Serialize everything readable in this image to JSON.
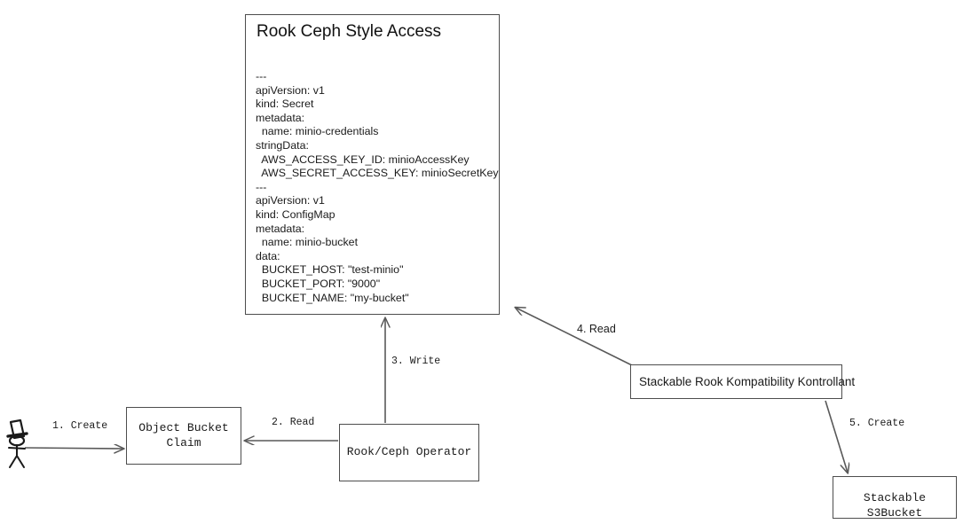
{
  "diagram": {
    "title": "Rook Ceph Style Access flow",
    "nodes": {
      "yaml_card": {
        "title": "Rook Ceph Style Access",
        "body": "---\napiVersion: v1\nkind: Secret\nmetadata:\n  name: minio-credentials\nstringData:\n  AWS_ACCESS_KEY_ID: minioAccessKey\n  AWS_SECRET_ACCESS_KEY: minioSecretKey\n---\napiVersion: v1\nkind: ConfigMap\nmetadata:\n  name: minio-bucket\ndata:\n  BUCKET_HOST: \"test-minio\"\n  BUCKET_PORT: \"9000\"\n  BUCKET_NAME: \"my-bucket\""
      },
      "object_bucket_claim": {
        "label": "Object Bucket\nClaim"
      },
      "rook_ceph_operator": {
        "label": "Rook/Ceph Operator"
      },
      "stackable_rook_kompatibility_kontrollant": {
        "label": "Stackable Rook Kompatibility Kontrollant"
      },
      "stackable_s3bucket": {
        "label": "Stackable S3Bucket"
      },
      "actor": {
        "label": ""
      }
    },
    "edges": [
      {
        "id": "edge-1",
        "label": "1. Create",
        "from": "actor",
        "to": "object-bucket-claim"
      },
      {
        "id": "edge-2",
        "label": "2. Read",
        "from": "rook-ceph-operator",
        "to": "object-bucket-claim"
      },
      {
        "id": "edge-3",
        "label": "3. Write",
        "from": "rook-ceph-operator",
        "to": "yaml-card"
      },
      {
        "id": "edge-4",
        "label": "4. Read",
        "from": "stackable-rook-kompatibility-kontrollant",
        "to": "yaml-card"
      },
      {
        "id": "edge-5",
        "label": "5. Create",
        "from": "stackable-rook-kompatibility-kontrollant",
        "to": "stackable-s3bucket"
      }
    ],
    "colors": {
      "background": "#ffffff",
      "node_border": "#4d4d4d",
      "text": "#1a1a1a",
      "arrow": "#595959",
      "actor": "#1a1a1a"
    }
  }
}
